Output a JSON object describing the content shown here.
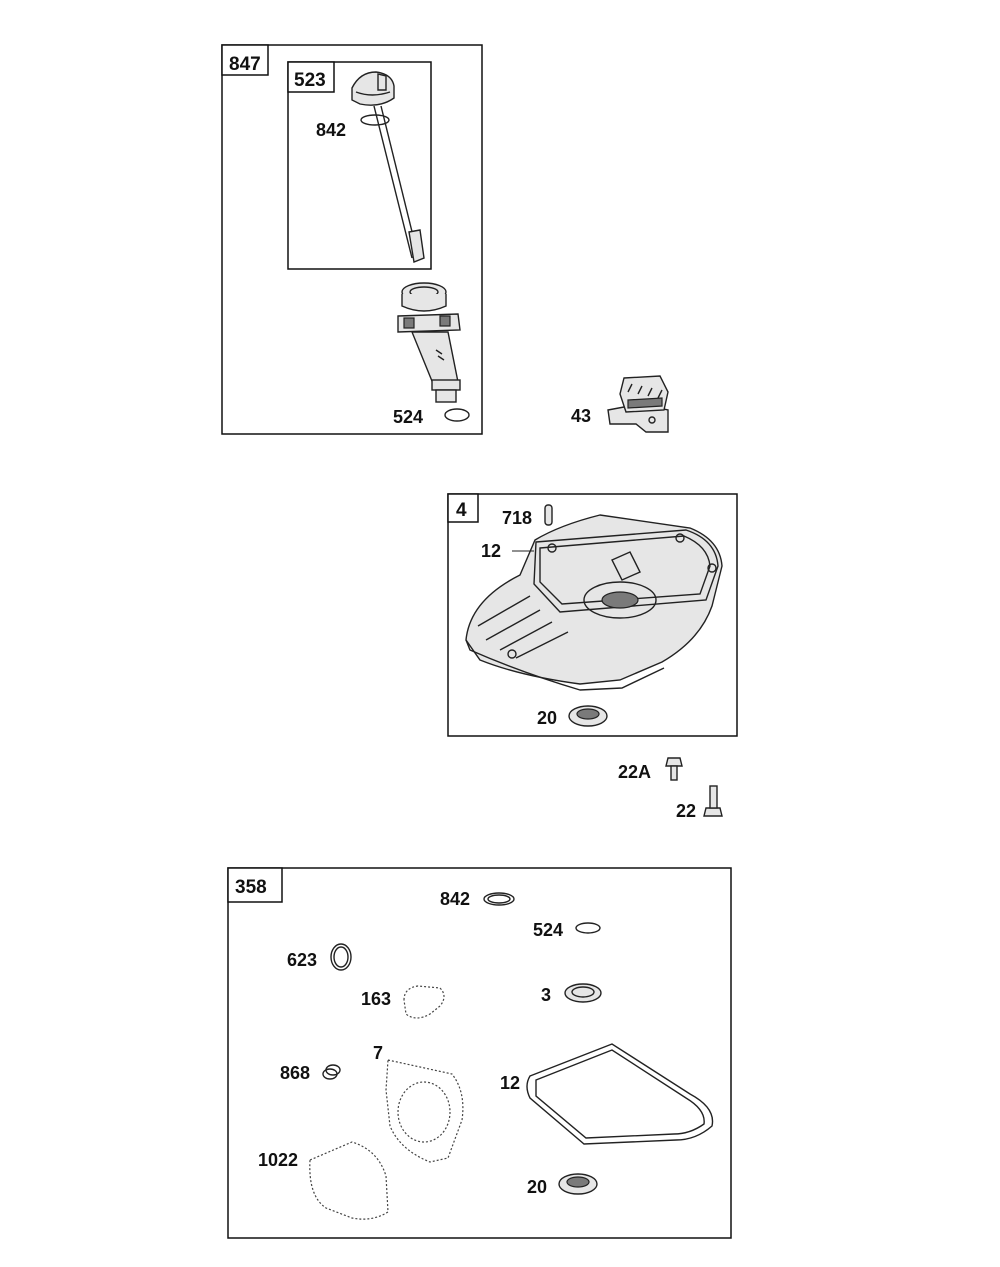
{
  "colors": {
    "line": "#111111",
    "background": "#ffffff",
    "part_shade": "#e6e6e6"
  },
  "groups": {
    "g847": {
      "label": "847"
    },
    "g523": {
      "label": "523"
    },
    "g4": {
      "label": "4"
    },
    "g358": {
      "label": "358"
    }
  },
  "callouts": {
    "c842_dipstick": "842",
    "c524_tube": "524",
    "c43": "43",
    "c718": "718",
    "c12_case": "12",
    "c20_case": "20",
    "c22A": "22A",
    "c22": "22",
    "k842": "842",
    "k524": "524",
    "k623": "623",
    "k163": "163",
    "k3": "3",
    "k7": "7",
    "k868": "868",
    "k12": "12",
    "k1022": "1022",
    "k20": "20"
  },
  "icons": {
    "dipstick": "dipstick-icon",
    "dipstick_tube": "dipstick-tube-icon",
    "governor": "governor-gear-icon",
    "sump": "engine-sump-icon",
    "seal": "oil-seal-icon",
    "bolt": "bolt-icon",
    "oring": "o-ring-icon",
    "gasket": "gasket-icon",
    "pin": "dowel-pin-icon"
  }
}
